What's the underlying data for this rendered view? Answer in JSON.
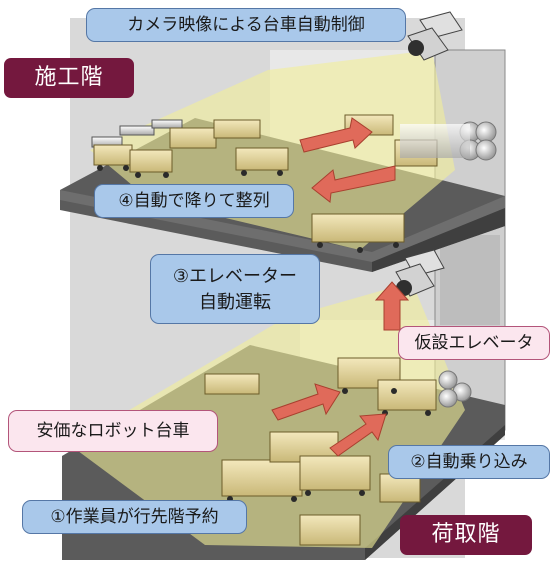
{
  "labels": {
    "camera_control": "カメラ映像による台車自動制御",
    "work_floor": "施工階",
    "step4": "④自動で降りて整列",
    "step3_line1": "③エレベーター",
    "step3_line2": "自動運転",
    "temp_elevator": "仮設エレベータ",
    "cheap_robot": "安価なロボット台車",
    "step2": "②自動乗り込み",
    "step1": "①作業員が行先階予約",
    "loading_floor": "荷取階"
  },
  "colors": {
    "callout_blue": "#a9c8ea",
    "callout_pink": "#fbe6ee",
    "floor_tag": "#74183e",
    "camera_light": "#f2ee98",
    "arrow": "#e06a5a",
    "slab": "#5b5b5b",
    "shaft": "#cfcfcf"
  }
}
